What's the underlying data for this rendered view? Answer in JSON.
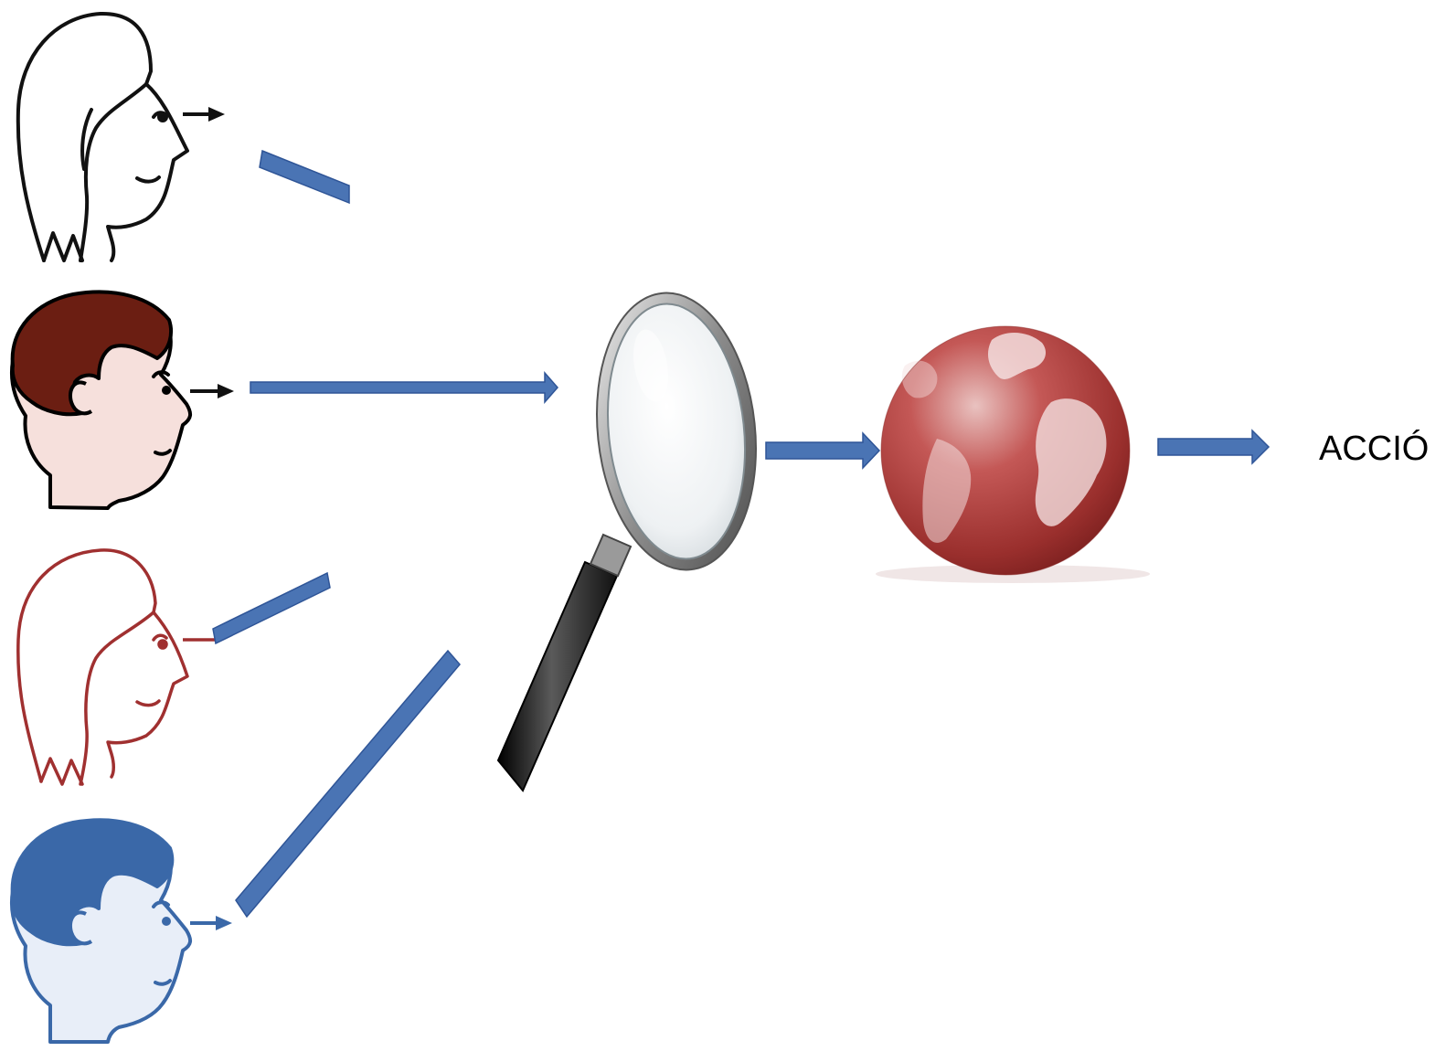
{
  "diagram": {
    "outcome_label": "ACCIÓ",
    "nodes": [
      {
        "id": "woman-outline",
        "icon": "woman-profile-icon",
        "color": "#111111"
      },
      {
        "id": "man-brown",
        "icon": "man-profile-icon",
        "color": "#6b1e12"
      },
      {
        "id": "woman-red",
        "icon": "woman-profile-icon",
        "color": "#a03030"
      },
      {
        "id": "man-blue",
        "icon": "man-profile-icon",
        "color": "#3a68a8"
      },
      {
        "id": "magnifier",
        "icon": "magnifying-glass-icon",
        "color": "#222222"
      },
      {
        "id": "globe",
        "icon": "globe-icon",
        "color": "#a53a38"
      }
    ],
    "colors": {
      "arrow": "#4a74b4",
      "arrow_stroke": "#2f5597",
      "globe": "#a53a38",
      "skin": "#f6e0dc",
      "hair_brown": "#6b1e12",
      "blue_face": "#e8eef8",
      "blue_hair": "#3a68a8"
    }
  }
}
